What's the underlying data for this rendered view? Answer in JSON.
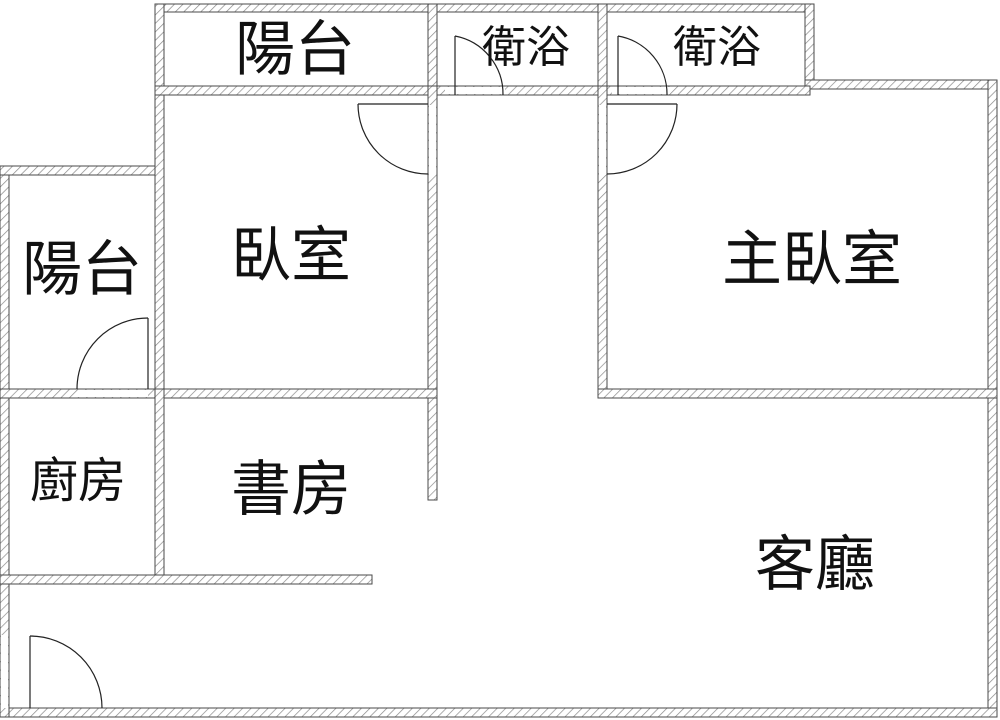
{
  "rooms": {
    "balcony_top": "陽台",
    "bath_1": "衛浴",
    "bath_2": "衛浴",
    "balcony_left": "陽台",
    "bedroom": "臥室",
    "master_bedroom": "主臥室",
    "kitchen": "廚房",
    "study": "書房",
    "living_room": "客廳"
  },
  "colors": {
    "wall_stroke": "#4a4a4a",
    "wall_hatch": "#8a8a8a",
    "wall_fill": "#ffffff",
    "background": "#ffffff"
  }
}
